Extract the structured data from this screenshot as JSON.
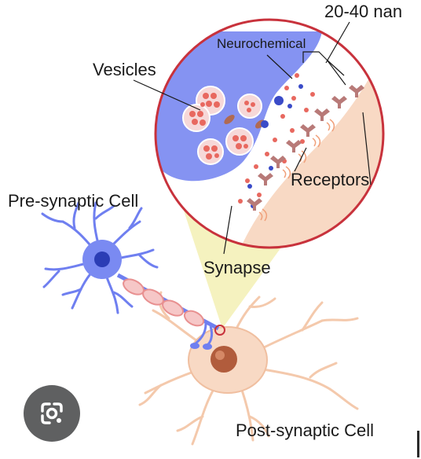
{
  "labels": {
    "vesicles": "Vesicles",
    "neurochemical": "Neurochemical",
    "distance": "20-40 nan",
    "receptors": "Receptors",
    "pre_synaptic": "Pre-synaptic Cell",
    "synapse": "Synapse",
    "post_synaptic": "Post-synaptic Cell"
  },
  "icons": {
    "lens_button": "google-lens-icon"
  },
  "colors": {
    "pre_cell": "#6f7ff0",
    "post_cell": "#f8d9c4",
    "vesicle": "#e8685f",
    "receptor": "#b87a78",
    "zoom_cone": "#f4f1b8",
    "magnifier_ring": "#c8323c"
  }
}
